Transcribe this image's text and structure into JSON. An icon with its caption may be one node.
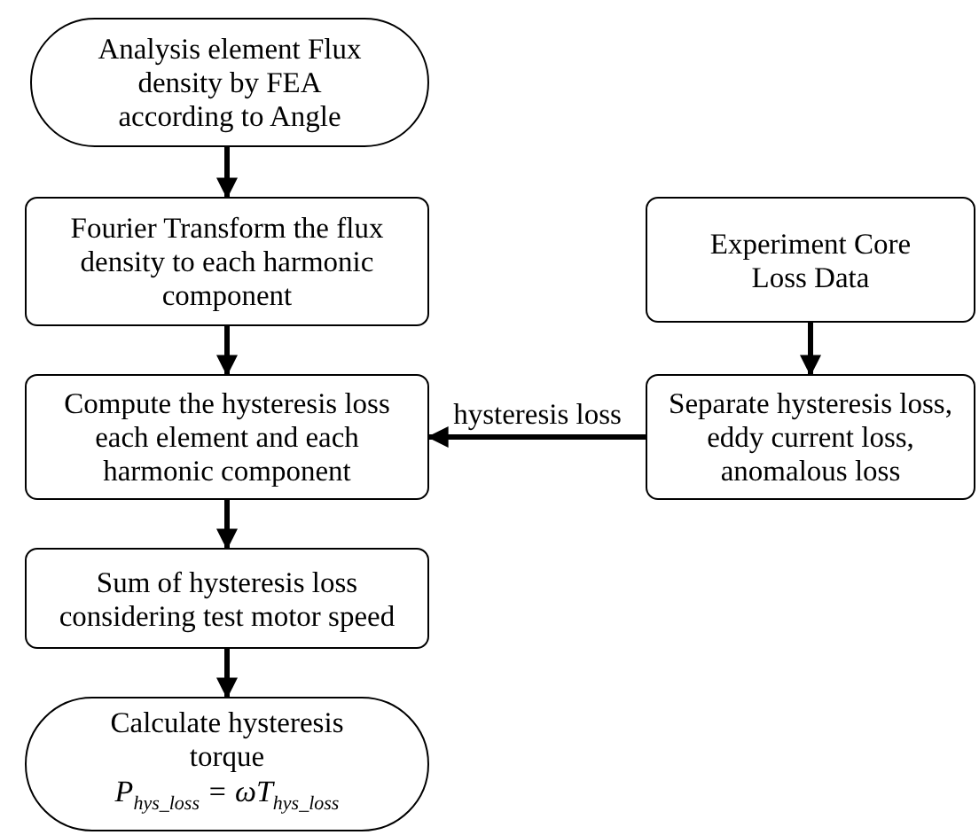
{
  "diagram": {
    "nodes": [
      {
        "text": [
          "Analysis element Flux density by FEA according to Angle"
        ]
      },
      {
        "text": [
          "Fourier Transform the flux density to each harmonic component"
        ]
      },
      {
        "text": [
          "Experiment Core Loss Data"
        ]
      },
      {
        "text": [
          "Compute the hysteresis loss each element and each harmonic component"
        ]
      },
      {
        "text": [
          "Separate hysteresis loss, eddy current loss, anomalous loss"
        ]
      },
      {
        "text": [
          "Sum of hysteresis loss considering test motor speed"
        ]
      },
      {
        "text": [
          "Calculate hysteresis torque",
          "P$_{hys_loss}$ = ωT$_{hys_loss}$"
        ]
      }
    ],
    "edges": [
      {
        "from": 0,
        "to": 1,
        "arrow": "to"
      },
      {
        "from": 1,
        "to": 3,
        "arrow": "to"
      },
      {
        "from": 2,
        "to": 4,
        "arrow": "to"
      },
      {
        "from": 4,
        "to": 3,
        "arrow": "to",
        "label": "hysteresis loss"
      },
      {
        "from": 3,
        "to": 5,
        "arrow": "to"
      },
      {
        "from": 5,
        "to": 6,
        "arrow": "to"
      }
    ]
  }
}
